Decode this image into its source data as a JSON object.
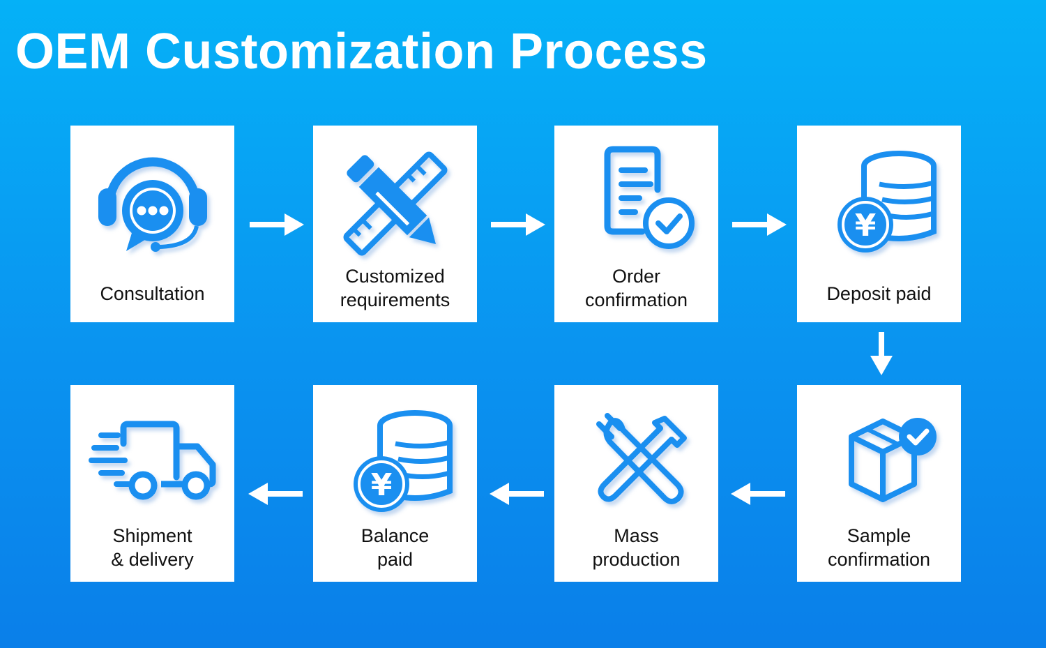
{
  "title": "OEM Customization Process",
  "colors": {
    "accent": "#1a8ff0",
    "background_top": "#05b1f7",
    "background_bottom": "#0a7fe9",
    "card": "#ffffff"
  },
  "steps": [
    {
      "lines": [
        "Consultation"
      ],
      "icon": "headset-chat-icon"
    },
    {
      "lines": [
        "Customized",
        "requirements"
      ],
      "icon": "pencil-ruler-icon"
    },
    {
      "lines": [
        "Order",
        "confirmation"
      ],
      "icon": "document-check-icon"
    },
    {
      "lines": [
        "Deposit paid"
      ],
      "icon": "coins-yen-icon"
    },
    {
      "lines": [
        "Sample",
        "confirmation"
      ],
      "icon": "box-check-icon"
    },
    {
      "lines": [
        "Mass",
        "production"
      ],
      "icon": "wrench-hammer-icon"
    },
    {
      "lines": [
        "Balance",
        "paid"
      ],
      "icon": "coins-yen-icon"
    },
    {
      "lines": [
        "Shipment",
        "& delivery"
      ],
      "icon": "delivery-truck-icon"
    }
  ]
}
